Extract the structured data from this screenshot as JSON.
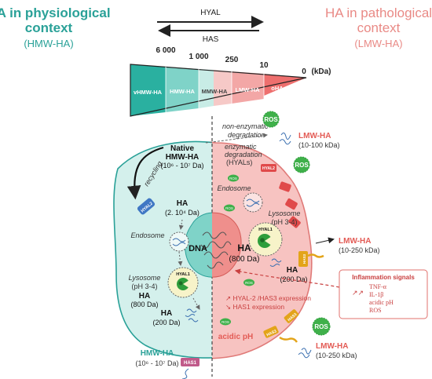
{
  "headers": {
    "left_title_line1": "HA in physiological",
    "left_title_line2": "context",
    "left_subtitle": "(HMW-HA)",
    "right_title_line1": "HA in pathological",
    "right_title_line2": "context",
    "right_subtitle": "(LMW-HA)"
  },
  "enzymes_top": {
    "hyal": "HYAL",
    "has": "HAS"
  },
  "scale": {
    "ticks": [
      "6 000",
      "1 000",
      "250",
      "10",
      "0"
    ],
    "unit": "(kDa)",
    "segments": [
      {
        "label": "vHMW-HA",
        "color": "#2ab0a0"
      },
      {
        "label": "HMW-HA",
        "color": "#7fd3c8"
      },
      {
        "label": "MMW-HA",
        "color": "#c8ece6"
      },
      {
        "label": "LMW-HA",
        "color": "#f3a7a6"
      },
      {
        "label": "oHA",
        "color": "#ee6f6e"
      }
    ]
  },
  "extracellular": {
    "non_enzymatic_line1": "non-enzymatic",
    "non_enzymatic_line2": "degradation",
    "enzymatic_line1": "enzymatic",
    "enzymatic_line2": "degradation",
    "enzymatic_line3": "(HYALs)",
    "native_line1": "Native",
    "native_line2": "HMW-HA",
    "native_line3": "(10⁶ - 10⁷ Da)",
    "recycling": "recycling",
    "lmw_top": "LMW-HA",
    "lmw_top_size": "(10-100 kDa)",
    "ros": "ROS",
    "lmw_mid": "LMW-HA",
    "lmw_mid_size": "(10-250 kDa)",
    "lmw_bottom": "LMW-HA",
    "lmw_bottom_size": "(10-250 kDa)",
    "hmw_bottom": "HMW-HA",
    "hmw_bottom_size": "(10⁶ - 10⁷ Da)"
  },
  "left_cell": {
    "hyal2": "HYAL2",
    "ha1": "HA",
    "ha1_size": "(2. 10⁴ Da)",
    "endosome": "Endosome",
    "lysosome_line1": "Lysosome",
    "lysosome_line2": "(pH 3-4)",
    "hyal1": "HYAL1",
    "ha2": "HA",
    "ha2_size": "(800 Da)",
    "ha3": "HA",
    "ha3_size": "(200 Da)",
    "has1": "HAS1"
  },
  "right_cell": {
    "hyal2": "HYAL2",
    "endosome": "Endosome",
    "lysosome_line1": "Lysosome",
    "lysosome_line2": "(pH 3-4)",
    "hyal1": "HYAL1",
    "ha_big": "HA",
    "ha_big_size": "(800 Da)",
    "ha_small": "HA",
    "ha_small_size": "(200 Da)",
    "ros_small": "ROS",
    "has3": "HAS3",
    "expr1": "↗ HYAL-2 /HAS3 expression",
    "expr2": "↘ HAS1 expression",
    "acidic": "acidic pH"
  },
  "nucleus": {
    "dna": "DNA"
  },
  "inflammation": {
    "title": "Inflammation signals",
    "items": [
      "TNF-α",
      "IL-1β",
      "acidic pH",
      "ROS"
    ]
  },
  "colors": {
    "teal": "#2aa198",
    "teal_light": "#cdeeea",
    "pink": "#f4b3b0",
    "pink_dark": "#e04a4a",
    "red_text": "#e35b55",
    "ros_green": "#2e9e3c"
  }
}
